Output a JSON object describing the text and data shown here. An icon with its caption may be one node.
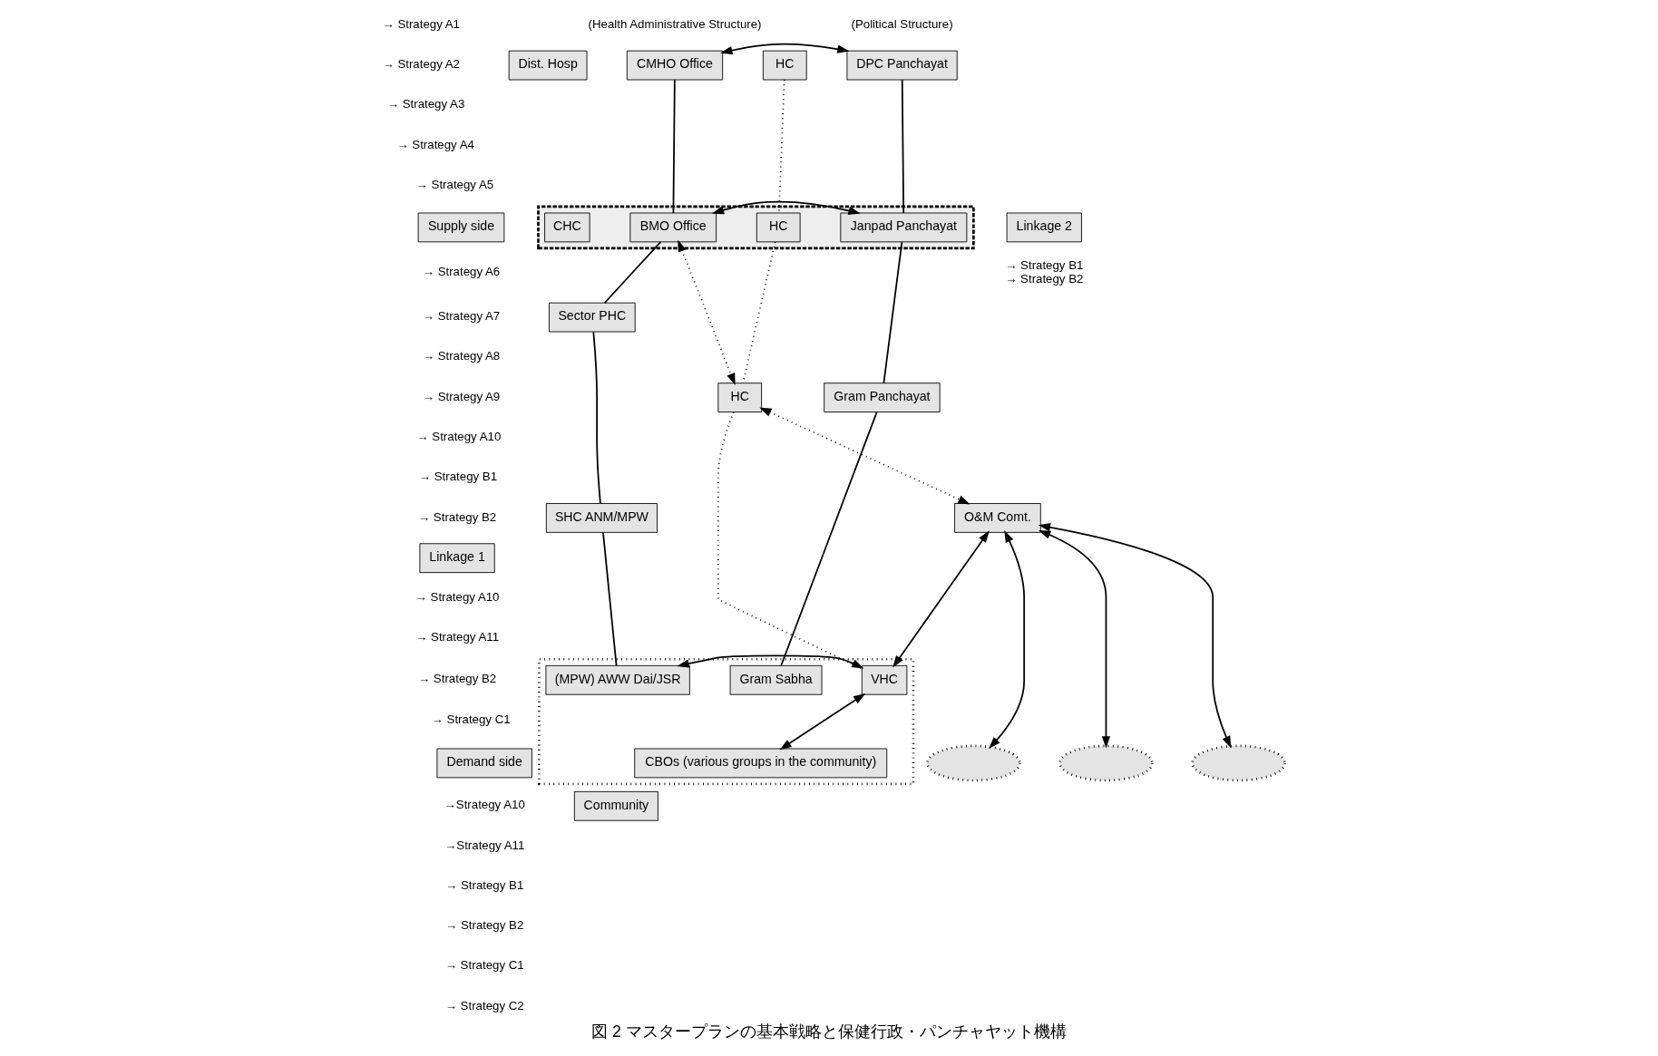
{
  "diagram": {
    "caption": "図 2 マスタープランの基本戦略と保健行政・パンチャヤット機構",
    "nodes": [
      {
        "text": [
          "Dist. Hosp"
        ]
      },
      {
        "text": [
          "CMHO Office"
        ]
      },
      {
        "text": [
          "HC"
        ]
      },
      {
        "text": [
          "DPC Panchayat"
        ]
      },
      {
        "text": [],
        "shape": "box"
      },
      {
        "text": [
          "CHC"
        ],
        "in": 4
      },
      {
        "text": [
          "BMO Office"
        ],
        "in": 4
      },
      {
        "text": [
          "HC"
        ],
        "in": 4
      },
      {
        "text": [
          "Janpad Panchayat"
        ],
        "in": 4
      },
      {
        "text": [
          "Linkage 2"
        ],
        "beside": [
          "→ Strategy B1",
          "→ Strategy B2"
        ]
      },
      {
        "text": [
          "Sector PHC"
        ]
      },
      {
        "text": [
          "HC"
        ]
      },
      {
        "text": [
          "Gram Panchayat"
        ]
      },
      {
        "text": [
          "SHC ANM/MPW"
        ]
      },
      {
        "text": [
          "O&M Comt."
        ]
      },
      {
        "text": [],
        "shape": "ellipse"
      },
      {
        "text": [
          "(MPW) AWW Dai/JSR"
        ],
        "in": 15
      },
      {
        "text": [
          "VHC"
        ],
        "in": 15
      },
      {
        "text": [
          "Gram Sabha"
        ],
        "in": 15
      },
      {
        "text": [
          "CBOs (various groups in the community)"
        ],
        "in": 15
      },
      {
        "text": [],
        "shape": "ellipse"
      },
      {
        "text": [],
        "shape": "ellipse"
      },
      {
        "text": [],
        "shape": "ellipse"
      },
      {
        "text": [
          "Community"
        ]
      },
      {
        "text": [
          "Supply side"
        ]
      },
      {
        "text": [
          "Linkage 1"
        ]
      },
      {
        "text": [
          "Demand side"
        ]
      }
    ],
    "edges": [
      {
        "from": 1,
        "to": 3,
        "arrow": "both"
      },
      {
        "from": 6,
        "to": 8,
        "arrow": "both"
      },
      {
        "from": 1,
        "to": 6,
        "arrow": "none"
      },
      {
        "from": 6,
        "to": 10,
        "arrow": "none"
      },
      {
        "from": 10,
        "to": 13,
        "arrow": "none"
      },
      {
        "from": 13,
        "to": 16,
        "arrow": "none"
      },
      {
        "from": 3,
        "to": 8,
        "arrow": "none"
      },
      {
        "from": 8,
        "to": 12,
        "arrow": "none"
      },
      {
        "from": 12,
        "to": 18,
        "arrow": "none"
      },
      {
        "from": 2,
        "to": 7,
        "arrow": "none",
        "style": "dashed"
      },
      {
        "from": 7,
        "to": 11,
        "arrow": "none",
        "style": "dashed"
      },
      {
        "from": 11,
        "to": 17,
        "arrow": "none",
        "style": "dashed"
      },
      {
        "from": 6,
        "to": 11,
        "arrow": "both",
        "style": "dashed"
      },
      {
        "from": 11,
        "to": 14,
        "arrow": "both",
        "style": "dashed"
      },
      {
        "from": 14,
        "to": 17,
        "arrow": "both"
      },
      {
        "from": 16,
        "to": 17,
        "arrow": "both"
      },
      {
        "from": 17,
        "to": 19,
        "arrow": "both"
      },
      {
        "from": 14,
        "to": 20,
        "arrow": "both"
      },
      {
        "from": 14,
        "to": 21,
        "arrow": "both"
      },
      {
        "from": 14,
        "to": 22,
        "arrow": "both"
      }
    ],
    "labels": [
      "(Health Administrative Structure)",
      "(Political Structure)",
      "→ Strategy A1",
      "→ Strategy A2",
      "→ Strategy A3",
      "→ Strategy A4",
      "→ Strategy A5",
      "→ Strategy A6",
      "→ Strategy A7",
      "→ Strategy A8",
      "→ Strategy A9",
      "→ Strategy A10",
      "→ Strategy B1",
      "→ Strategy B2",
      "→ Strategy A10",
      "→ Strategy A11",
      "→ Strategy B2",
      "→ Strategy C1",
      "→Strategy A10",
      "→Strategy A11",
      "→ Strategy B1",
      "→ Strategy B2",
      "→ Strategy C1",
      "→ Strategy C2"
    ]
  }
}
